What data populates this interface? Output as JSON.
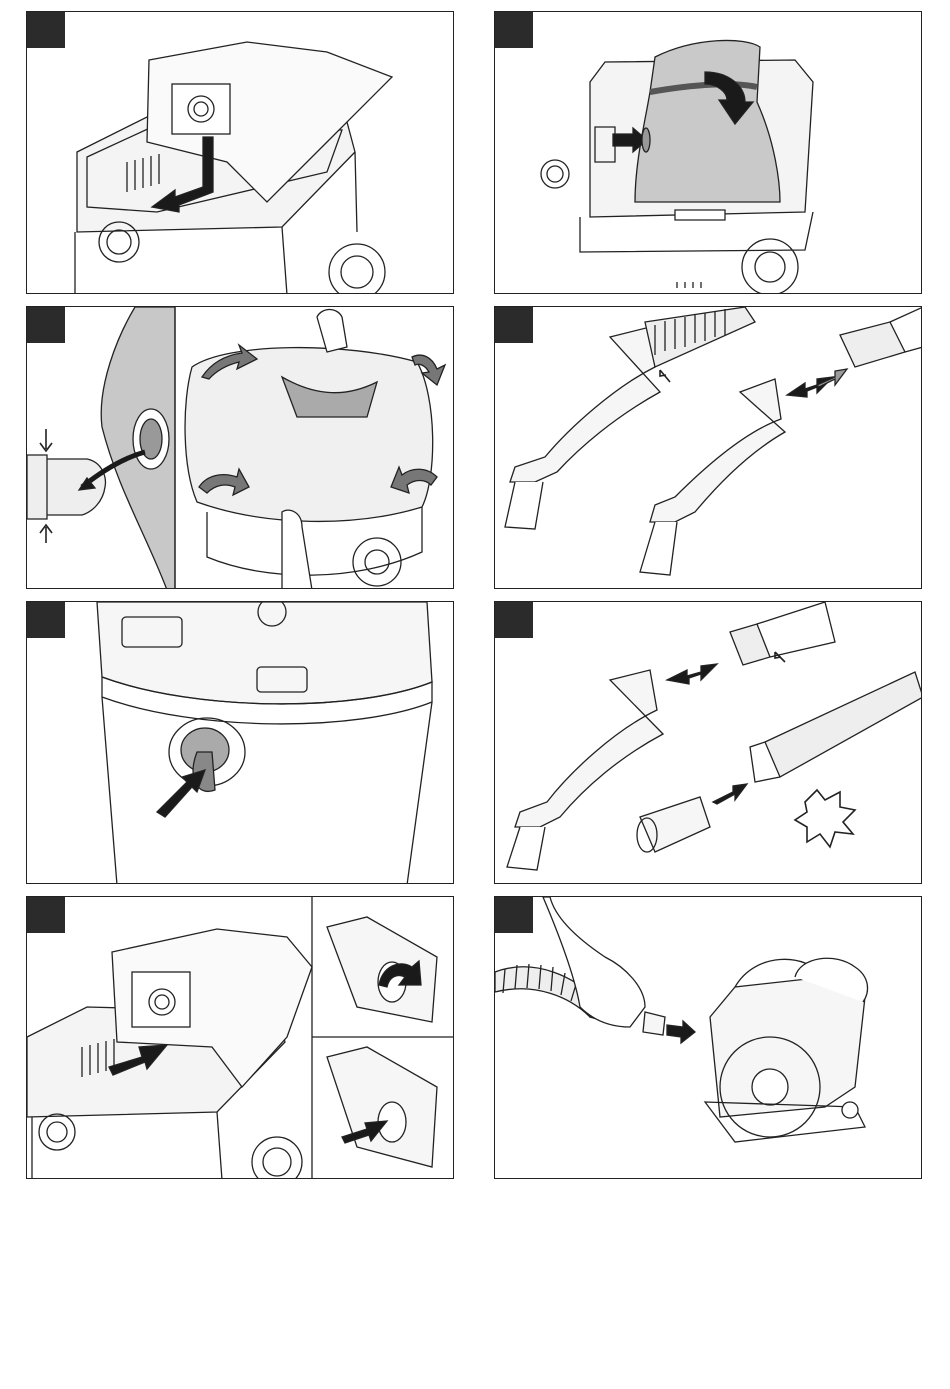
{
  "page": {
    "background": "#ffffff",
    "line_color": "#222222",
    "tab_color": "#2b2b2b",
    "arrow_dark": "#1a1a1a",
    "arrow_grey": "#9a9a9a"
  },
  "panels": [
    {
      "id": "p1",
      "icons": [
        "vacuum-icon",
        "filter-bag-icon",
        "insert-arrow-icon"
      ]
    },
    {
      "id": "p2",
      "icons": [
        "vacuum-icon",
        "filter-sack-icon",
        "rotate-arrow-icon"
      ]
    },
    {
      "id": "p3",
      "icons": [
        "filter-bag-icon",
        "hose-connector-icon",
        "fabric-cover-icon",
        "hand-icon"
      ]
    },
    {
      "id": "p4",
      "icons": [
        "hose-handle-icon",
        "hose-cuff-icon",
        "double-arrow-icon"
      ]
    },
    {
      "id": "p5",
      "icons": [
        "vacuum-icon",
        "inlet-flap-icon",
        "push-arrow-icon"
      ]
    },
    {
      "id": "p6",
      "icons": [
        "hose-handle-icon",
        "hose-adapter-icon",
        "burst-icon"
      ]
    },
    {
      "id": "p7",
      "icons": [
        "vacuum-icon",
        "filter-bag-icon",
        "close-flap-icon"
      ]
    },
    {
      "id": "p8",
      "icons": [
        "hand-icon",
        "hose-icon",
        "circular-saw-icon"
      ]
    }
  ]
}
